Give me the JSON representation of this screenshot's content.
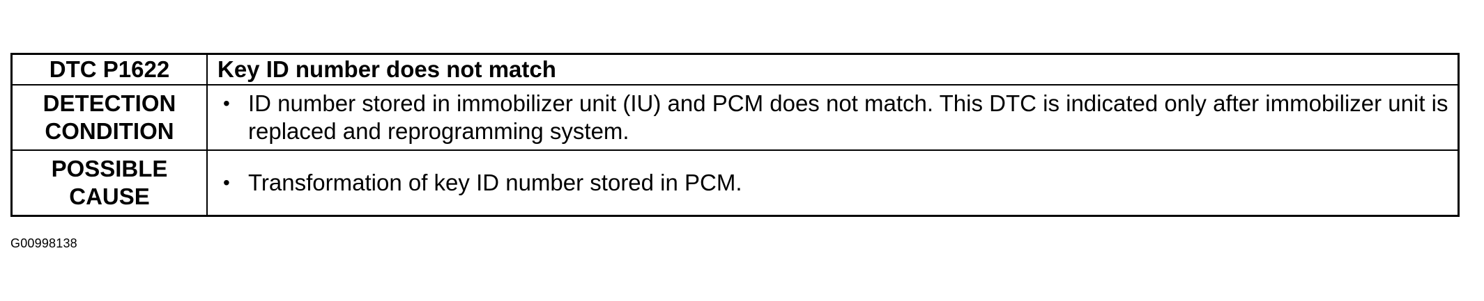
{
  "table": {
    "header": {
      "label": "DTC P1622",
      "value": "Key ID number does not match"
    },
    "rows": [
      {
        "label_line_1": "DETECTION",
        "label_line_2": "CONDITION",
        "bullet": "•",
        "text": "ID number stored in immobilizer unit (IU) and PCM does not match. This DTC is indicated only after immobilizer unit is replaced and reprogramming system."
      },
      {
        "label_line_1": "POSSIBLE",
        "label_line_2": "CAUSE",
        "bullet": "•",
        "text": "Transformation of key ID number stored in PCM."
      }
    ]
  },
  "footer": {
    "code": "G00998138"
  }
}
